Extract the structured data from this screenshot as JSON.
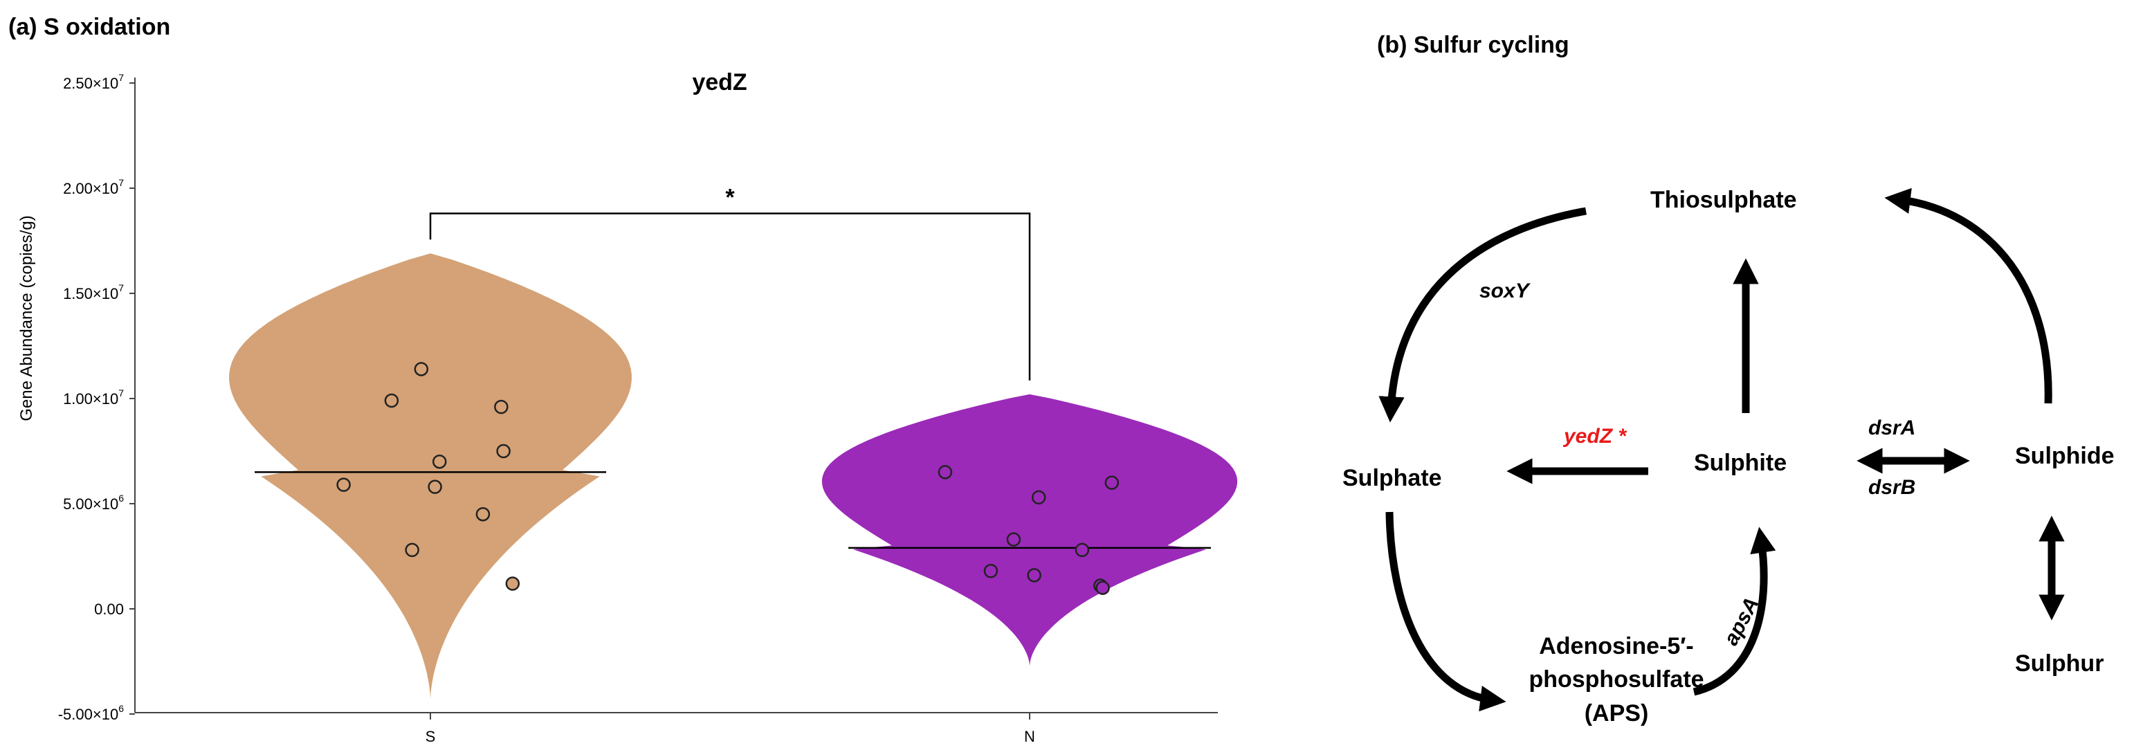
{
  "panel_a_title": "(a) S oxidation",
  "panel_b_title": "(b) Sulfur cycling",
  "chart_data": {
    "type": "violin",
    "title": "yedZ",
    "xlabel": "",
    "ylabel": "Gene Abundance (copies/g)",
    "ylim": [
      -5000000,
      25000000
    ],
    "yticks": [
      {
        "value": 25000000,
        "mantissa": "2.50×10",
        "exp": "7"
      },
      {
        "value": 20000000,
        "mantissa": "2.00×10",
        "exp": "7"
      },
      {
        "value": 15000000,
        "mantissa": "1.50×10",
        "exp": "7"
      },
      {
        "value": 10000000,
        "mantissa": "1.00×10",
        "exp": "7"
      },
      {
        "value": 5000000,
        "mantissa": "5.00×10",
        "exp": "6"
      },
      {
        "value": 0,
        "mantissa": "0.00",
        "exp": ""
      },
      {
        "value": -5000000,
        "mantissa": "-5.00×10",
        "exp": "6"
      }
    ],
    "categories": [
      "S",
      "N"
    ],
    "series": [
      {
        "category": "S",
        "color": "#d4a276",
        "median": 6500000,
        "violin_ymin": -4300000,
        "violin_ymax": 16900000,
        "points": [
          {
            "offset": -0.38,
            "y": 5900000
          },
          {
            "offset": -0.17,
            "y": 9900000
          },
          {
            "offset": -0.08,
            "y": 2800000
          },
          {
            "offset": -0.04,
            "y": 11400000
          },
          {
            "offset": 0.02,
            "y": 5800000
          },
          {
            "offset": 0.04,
            "y": 7000000
          },
          {
            "offset": 0.23,
            "y": 4500000
          },
          {
            "offset": 0.31,
            "y": 9600000
          },
          {
            "offset": 0.32,
            "y": 7500000
          },
          {
            "offset": 0.36,
            "y": 1200000
          }
        ]
      },
      {
        "category": "N",
        "color": "#9b2ab9",
        "median": 2900000,
        "violin_ymin": -2700000,
        "violin_ymax": 10200000,
        "points": [
          {
            "offset": -0.37,
            "y": 6500000
          },
          {
            "offset": -0.17,
            "y": 1800000
          },
          {
            "offset": -0.07,
            "y": 3300000
          },
          {
            "offset": 0.02,
            "y": 1600000
          },
          {
            "offset": 0.04,
            "y": 5300000
          },
          {
            "offset": 0.23,
            "y": 2800000
          },
          {
            "offset": 0.31,
            "y": 1100000
          },
          {
            "offset": 0.32,
            "y": 1000000
          },
          {
            "offset": 0.36,
            "y": 6000000
          }
        ]
      }
    ],
    "significance": {
      "label": "*",
      "between": [
        "S",
        "N"
      ],
      "y": 18800000
    }
  },
  "cycle": {
    "thiosulphate": "Thiosulphate",
    "sulphate": "Sulphate",
    "sulphite": "Sulphite",
    "sulphide": "Sulphide",
    "sulphur": "Sulphur",
    "aps_line1": "Adenosine-5′-",
    "aps_line2": "phosphosulfate",
    "aps_line3": "(APS)",
    "soxY": "soxY",
    "yedZ": "yedZ *",
    "dsrA": "dsrA",
    "dsrB": "dsrB",
    "apsA": "apsA",
    "highlight_color": "#e8191b"
  }
}
